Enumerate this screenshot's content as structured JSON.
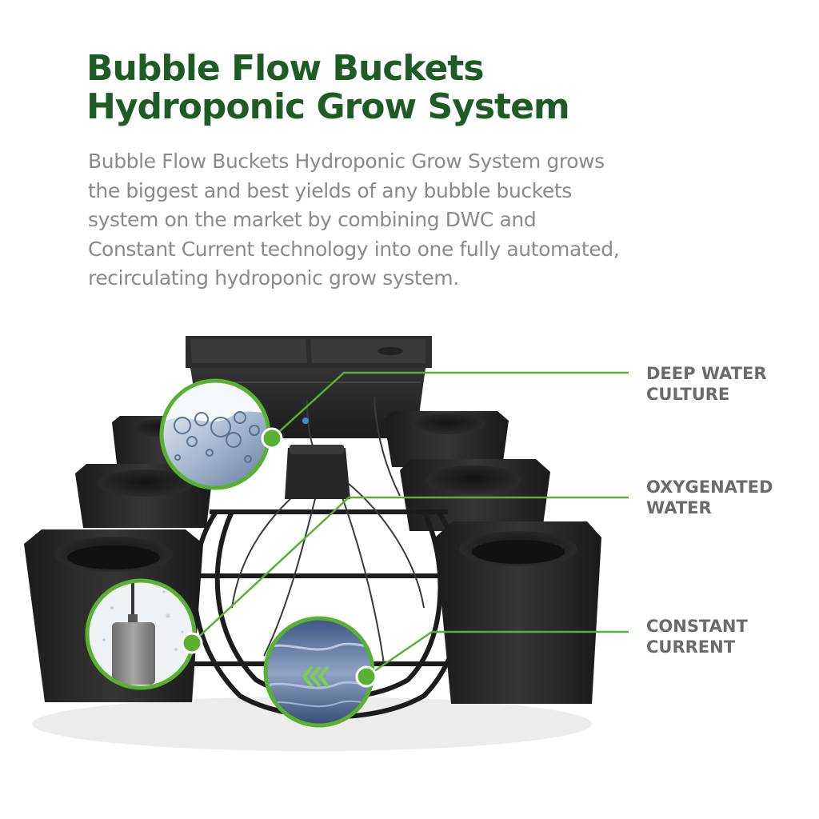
{
  "header": {
    "title_line1": "Bubble Flow Buckets",
    "title_line2": "Hydroponic Grow System"
  },
  "intro": {
    "lines": [
      "Bubble Flow Buckets Hydroponic Grow System grows",
      "the biggest and best yields of any bubble buckets",
      "system on the market by combining DWC and",
      "Constant Current technology into one fully automated,",
      "recirculating hydroponic grow system."
    ]
  },
  "callouts": [
    {
      "line1": "DEEP WATER",
      "line2": "CULTURE",
      "icon": "bubbles-icon"
    },
    {
      "line1": "OXYGENATED",
      "line2": "WATER",
      "icon": "air-stone-icon"
    },
    {
      "line1": "CONSTANT",
      "line2": "CURRENT",
      "icon": "water-current-icon"
    }
  ],
  "colors": {
    "title": "#1e5b25",
    "accent_green": "#5ab031",
    "body_text": "#8a8a8a",
    "label_text": "#6b6b6b",
    "equipment": "#2b2b2b"
  }
}
